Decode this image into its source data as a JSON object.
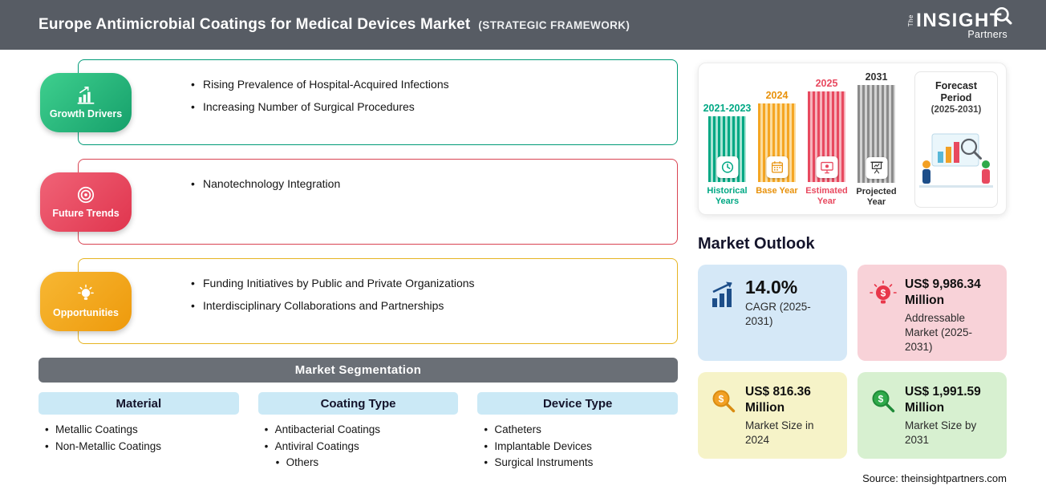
{
  "header": {
    "title": "Europe Antimicrobial Coatings for Medical Devices Market",
    "subtitle": "(STRATEGIC FRAMEWORK)",
    "logo": {
      "the": "The",
      "insight": "INSIGHT",
      "partners": "Partners"
    }
  },
  "framework": {
    "sections": [
      {
        "label": "Growth Drivers",
        "color": "#16a06b",
        "items": [
          "Rising Prevalence of Hospital-Acquired Infections",
          "Increasing Number of Surgical Procedures"
        ]
      },
      {
        "label": "Future Trends",
        "color": "#e0354e",
        "items": [
          "Nanotechnology Integration"
        ]
      },
      {
        "label": "Opportunities",
        "color": "#ee9a0c",
        "items": [
          "Funding Initiatives by Public and Private Organizations",
          "Interdisciplinary Collaborations and Partnerships"
        ]
      }
    ]
  },
  "segmentation": {
    "title": "Market Segmentation",
    "columns": [
      {
        "header": "Material",
        "items": [
          "Metallic Coatings",
          "Non-Metallic Coatings"
        ]
      },
      {
        "header": "Coating Type",
        "items": [
          "Antibacterial Coatings",
          "Antiviral Coatings",
          "Others"
        ]
      },
      {
        "header": "Device Type",
        "items": [
          "Catheters",
          "Implantable Devices",
          "Surgical Instruments"
        ]
      }
    ]
  },
  "timeline": {
    "bars": [
      {
        "year": "2021-2023",
        "label": "Historical Years",
        "color": "#00a884"
      },
      {
        "year": "2024",
        "label": "Base Year",
        "color": "#f5a623"
      },
      {
        "year": "2025",
        "label": "Estimated Year",
        "color": "#e8495f"
      },
      {
        "year": "2031",
        "label": "Projected Year",
        "color": "#8b8b8b"
      }
    ],
    "forecast": {
      "title": "Forecast Period",
      "period": "(2025-2031)"
    }
  },
  "outlook": {
    "title": "Market Outlook",
    "cards": [
      {
        "value": "14.0%",
        "label": "CAGR (2025-2031)",
        "bg": "#d5e8f7",
        "icon_color": "#1d4e89"
      },
      {
        "value": "US$ 9,986.34 Million",
        "label": "Addressable Market (2025-2031)",
        "bg": "#f8d2d8",
        "icon_color": "#e8374a"
      },
      {
        "value": "US$ 816.36 Million",
        "label": "Market Size in 2024",
        "bg": "#f6f3c8",
        "icon_color": "#f2a024"
      },
      {
        "value": "US$ 1,991.59 Million",
        "label": "Market Size by 2031",
        "bg": "#d7f0d0",
        "icon_color": "#2faa4a"
      }
    ]
  },
  "source": "Source: theinsightpartners.com",
  "colors": {
    "header_bg": "#575c64",
    "seg_bar_bg": "#6a6f76",
    "seg_header_bg": "#cbe9f6",
    "growth_border": "#009b77",
    "trends_border": "#d94452",
    "opportunities_border": "#e6b422"
  }
}
